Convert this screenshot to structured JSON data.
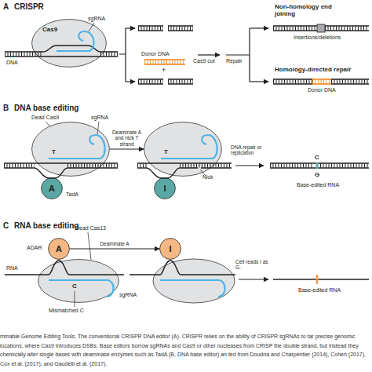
{
  "diagram": {
    "caption": "mmable Genome Editing Tools. The conventional CRISPR DNA editor (A). CRISPR relies on the ability of CRISPR sgRNAs to tar precise genomic locations, where Cas9 introduces DSBs. Base editors borrow sgRNAs and Cas9 or other nucleases from CRISP the double strand, but instead they chemically alter single bases with deaminase enzymes such as TadA (B, DNA base editor) an ted from Doudna and Charpentier (2014), Cohen (2017), Cox et al. (2017), and Gaudelli et al. (2017).",
    "nodes": [
      {
        "text": [
          "Cas9"
        ]
      },
      {
        "text": [
          "T"
        ]
      },
      {
        "text": [
          "A"
        ]
      },
      {
        "text": [
          "T"
        ]
      },
      {
        "text": [
          "I"
        ]
      },
      {
        "text": [
          "C"
        ]
      },
      {
        "text": [
          "A"
        ]
      },
      {
        "text": [
          "I"
        ]
      }
    ],
    "edges": [
      {
        "from": 1,
        "to": 3,
        "arrow": "to",
        "label": "Deaminate A and nick T strand"
      },
      {
        "from": 6,
        "to": 7,
        "arrow": "to",
        "label": "Deaminate A"
      }
    ],
    "labels": [
      "A",
      "CRISPR",
      "sgRNA",
      "DNA",
      "Donor DNA",
      "+",
      "Cas9 cut",
      "Repair",
      "Non-homology end joining",
      "Insertions/deletions",
      "Homology-directed repair",
      "Donor DNA",
      "B",
      "DNA base editing",
      "Dead Cas9",
      "sgRNA",
      "TadA",
      "Nick",
      "DNA repair or replication",
      "C",
      "G",
      "Base-edited RNA",
      "C",
      "RNA base editing",
      "ADAR",
      "Dead Cas13",
      "RNA",
      "sgRNA",
      "Mismatched C",
      "Cell reads I as G.",
      "Base-edited RNA"
    ]
  }
}
